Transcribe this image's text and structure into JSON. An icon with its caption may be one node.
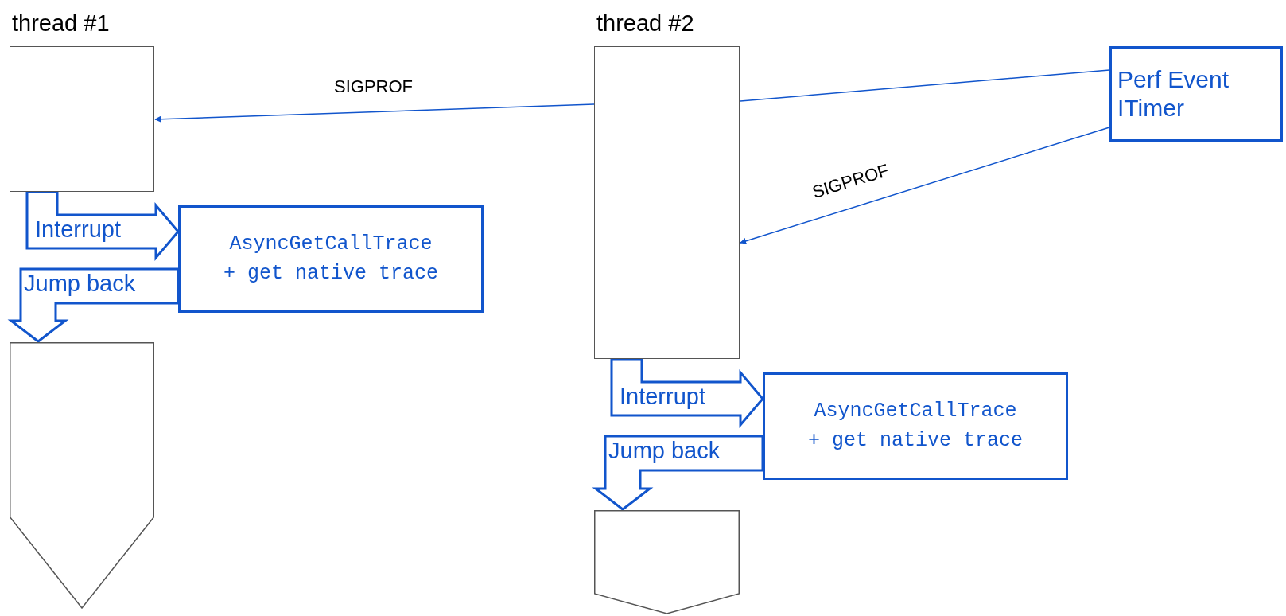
{
  "diagram": {
    "nodes": [
      {
        "text": [
          "thread #1"
        ]
      },
      {
        "text": [
          "AsyncGetCallTrace + get native trace"
        ]
      },
      {
        "text": [],
        "shape": "pentagon"
      },
      {
        "text": [
          "thread #2"
        ]
      },
      {
        "text": [
          "Perf Event ITimer"
        ]
      },
      {
        "text": [
          "AsyncGetCallTrace + get native trace"
        ]
      },
      {
        "text": [],
        "shape": "pentagon"
      }
    ],
    "edges": [
      {
        "from": 4,
        "to": 3,
        "arrow": "none"
      },
      {
        "from": 3,
        "to": 0,
        "arrow": "to",
        "label": "SIGPROF"
      },
      {
        "from": 4,
        "to": 3,
        "arrow": "to",
        "label": "SIGPROF"
      },
      {
        "from": 0,
        "to": 1,
        "arrow": "to",
        "label": "Interrupt",
        "style": "thick"
      },
      {
        "from": 1,
        "to": 2,
        "arrow": "to",
        "label": "Jump back",
        "style": "thick"
      },
      {
        "from": 3,
        "to": 5,
        "arrow": "to",
        "label": "Interrupt",
        "style": "thick"
      },
      {
        "from": 5,
        "to": 6,
        "arrow": "to",
        "label": "Jump back",
        "style": "thick"
      }
    ]
  }
}
